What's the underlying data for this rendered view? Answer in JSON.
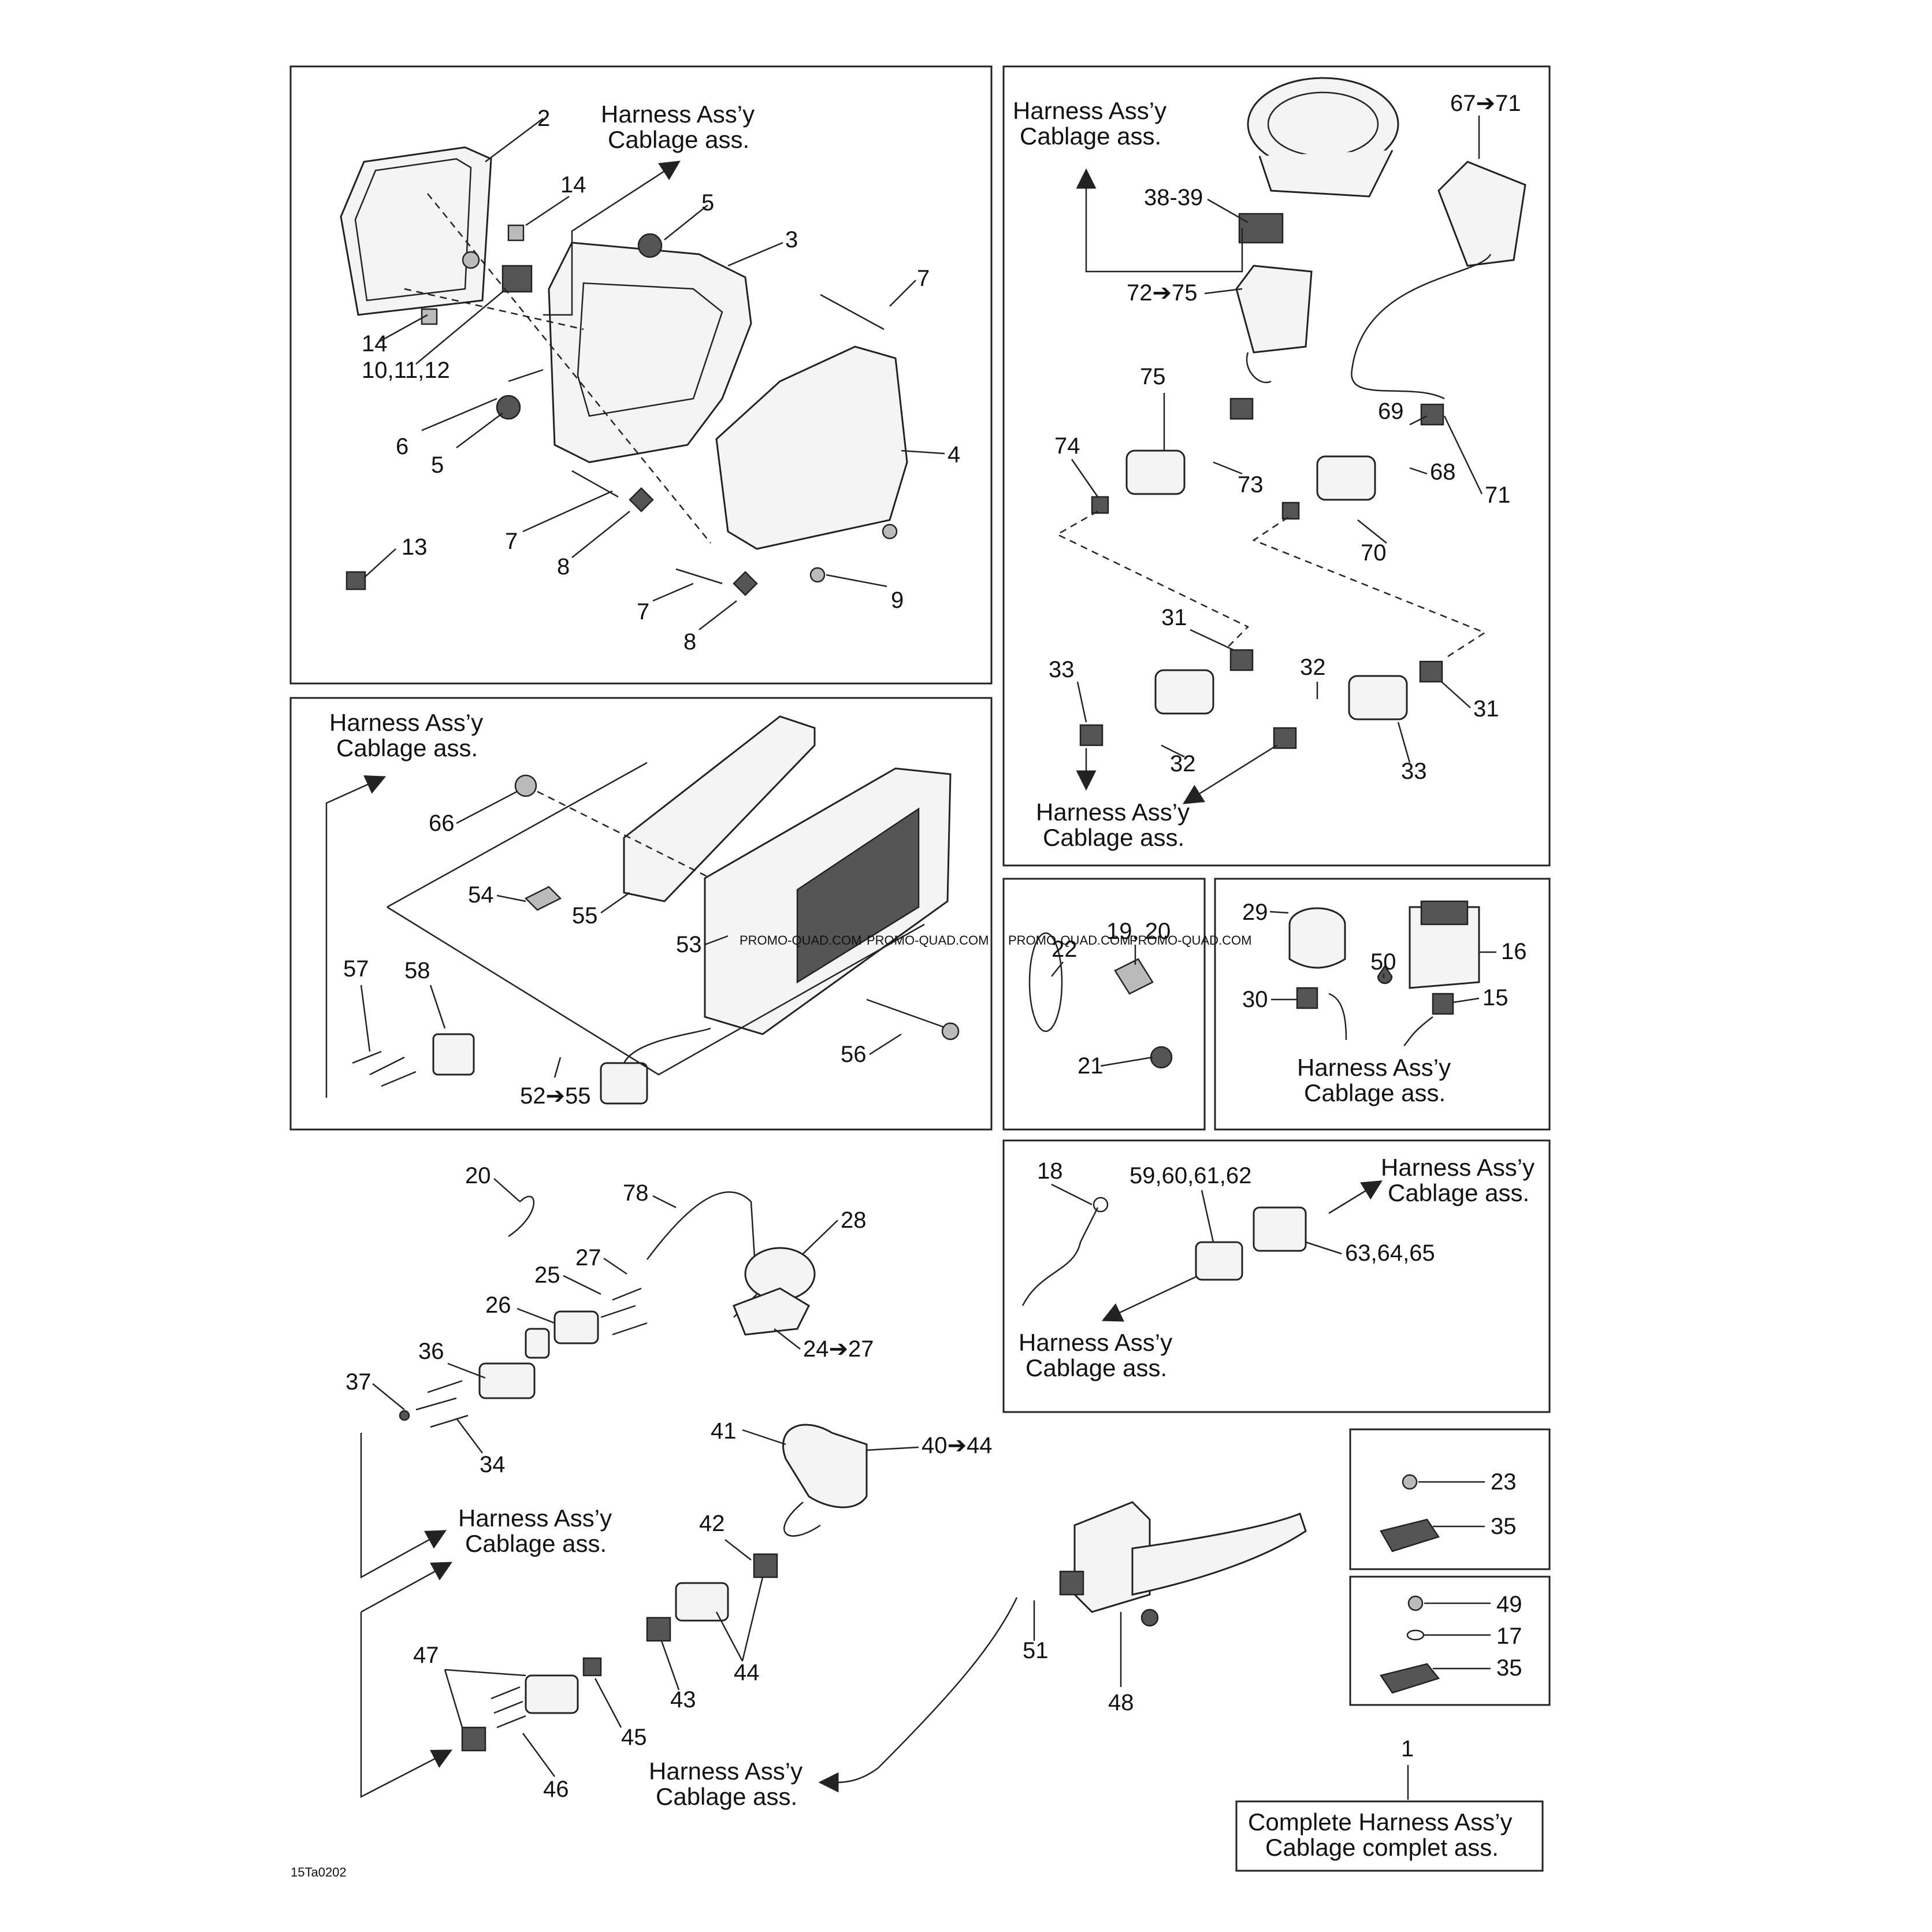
{
  "harness": {
    "en": "Harness Ass’y",
    "fr": "Cablage ass."
  },
  "complete": {
    "en": "Complete Harness Ass’y",
    "fr": "Cablage complet ass."
  },
  "footer_code": "15Ta0202",
  "watermarks": [
    "PROMO-QUAD.COM",
    "PROMO-QUAD.COM",
    "PROMO-QUAD.COM",
    "PROMO-QUAD.COM"
  ],
  "callouts": {
    "p1": [
      "2",
      "14",
      "5",
      "3",
      "7",
      "14",
      "10,11,12",
      "6",
      "5",
      "4",
      "13",
      "7",
      "8",
      "7",
      "8",
      "9"
    ],
    "p2": [
      "67➔71",
      "38-39",
      "72➔75",
      "75",
      "74",
      "73",
      "69",
      "68",
      "71",
      "70",
      "31",
      "33",
      "32",
      "32",
      "31",
      "33"
    ],
    "p3": [
      "66",
      "54",
      "55",
      "53",
      "56",
      "58",
      "57",
      "52➔55"
    ],
    "p4": [
      "22",
      "19, 20",
      "21"
    ],
    "p5": [
      "29",
      "16",
      "50",
      "30",
      "15"
    ],
    "p6": [
      "18",
      "59,60,61,62",
      "63,64,65"
    ],
    "p7": [
      "20",
      "78",
      "28",
      "27",
      "25",
      "26",
      "24➔27",
      "36",
      "37",
      "34",
      "41",
      "40➔44",
      "42",
      "44",
      "43",
      "47",
      "45",
      "46",
      "51",
      "48"
    ],
    "p8": [
      "23",
      "35"
    ],
    "p9": [
      "49",
      "17",
      "35"
    ],
    "p10": [
      "1"
    ]
  }
}
